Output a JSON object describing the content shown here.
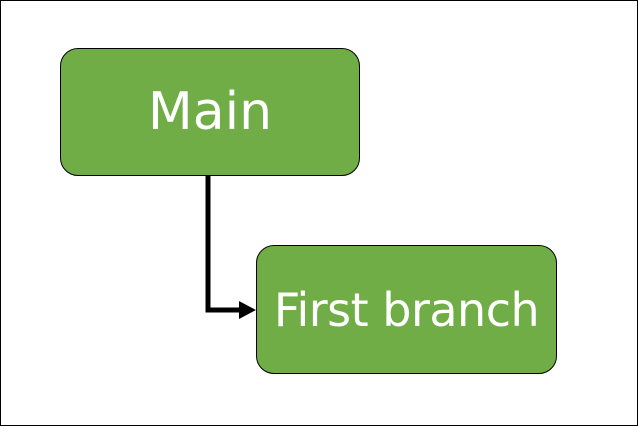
{
  "diagram": {
    "nodes": [
      {
        "id": "main",
        "label": "Main"
      },
      {
        "id": "first-branch",
        "label": "First branch"
      }
    ],
    "edges": [
      {
        "from": "main",
        "to": "first-branch",
        "style": "elbow-arrow"
      }
    ]
  },
  "colors": {
    "node_fill": "#70ad47",
    "node_border": "#000000",
    "node_text": "#ffffff",
    "connector": "#000000",
    "background": "#ffffff"
  }
}
